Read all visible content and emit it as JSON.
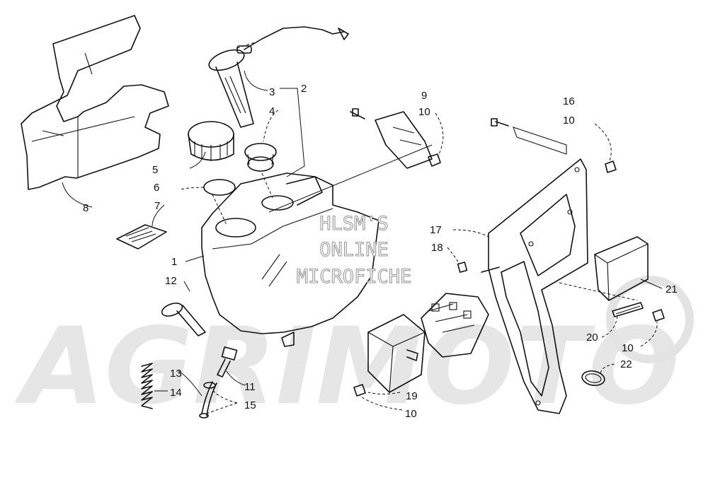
{
  "watermark": {
    "lines": [
      "HLSM'S",
      "ONLINE",
      "MICROFICHE"
    ],
    "logo_text": "AGRIMOTO"
  },
  "callouts": [
    {
      "id": "c1",
      "label": "1"
    },
    {
      "id": "c2",
      "label": "2"
    },
    {
      "id": "c3",
      "label": "3"
    },
    {
      "id": "c4",
      "label": "4"
    },
    {
      "id": "c5",
      "label": "5"
    },
    {
      "id": "c6",
      "label": "6"
    },
    {
      "id": "c7",
      "label": "7"
    },
    {
      "id": "c8",
      "label": "8"
    },
    {
      "id": "c9",
      "label": "9"
    },
    {
      "id": "c10a",
      "label": "10"
    },
    {
      "id": "c10b",
      "label": "10"
    },
    {
      "id": "c10c",
      "label": "10"
    },
    {
      "id": "c10d",
      "label": "10"
    },
    {
      "id": "c11",
      "label": "11"
    },
    {
      "id": "c12",
      "label": "12"
    },
    {
      "id": "c13",
      "label": "13"
    },
    {
      "id": "c14",
      "label": "14"
    },
    {
      "id": "c15",
      "label": "15"
    },
    {
      "id": "c16",
      "label": "16"
    },
    {
      "id": "c17",
      "label": "17"
    },
    {
      "id": "c18",
      "label": "18"
    },
    {
      "id": "c19",
      "label": "19"
    },
    {
      "id": "c20",
      "label": "20"
    },
    {
      "id": "c21",
      "label": "21"
    },
    {
      "id": "c22",
      "label": "22"
    }
  ]
}
